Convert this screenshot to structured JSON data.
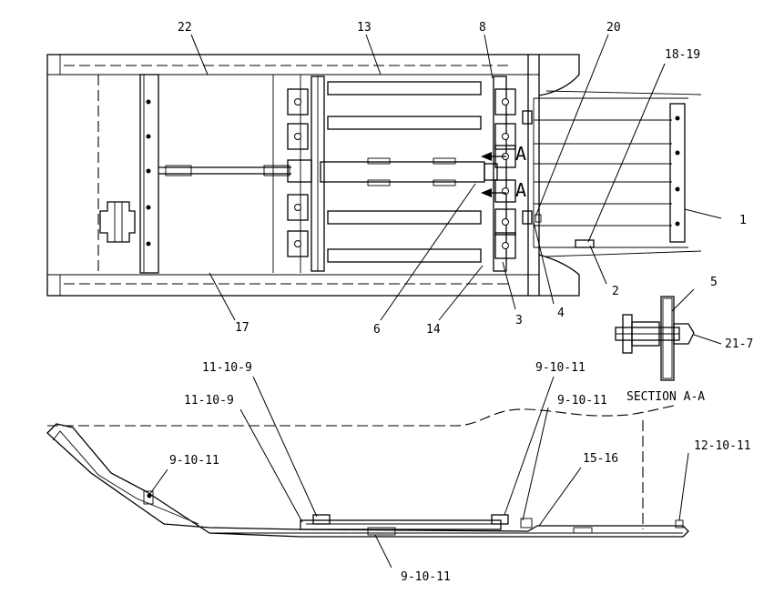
{
  "callouts": {
    "c22": "22",
    "c13": "13",
    "c8": "8",
    "c20": "20",
    "c18_19": "18-19",
    "c1": "1",
    "c5": "5",
    "c21_7": "21-7",
    "c2": "2",
    "c4": "4",
    "c3": "3",
    "c14": "14",
    "c6": "6",
    "c17": "17",
    "c11_10_9_a": "11-10-9",
    "c11_10_9_b": "11-10-9",
    "c9_10_11_top": "9-10-11",
    "c9_10_11_mid": "9-10-11",
    "c9_10_11_left": "9-10-11",
    "c15_16": "15-16",
    "c12_10_11": "12-10-11",
    "c9_10_11_bottom": "9-10-11",
    "section_marker_top": "A",
    "section_marker_bottom": "A"
  },
  "section_label": "SECTION  A-A"
}
